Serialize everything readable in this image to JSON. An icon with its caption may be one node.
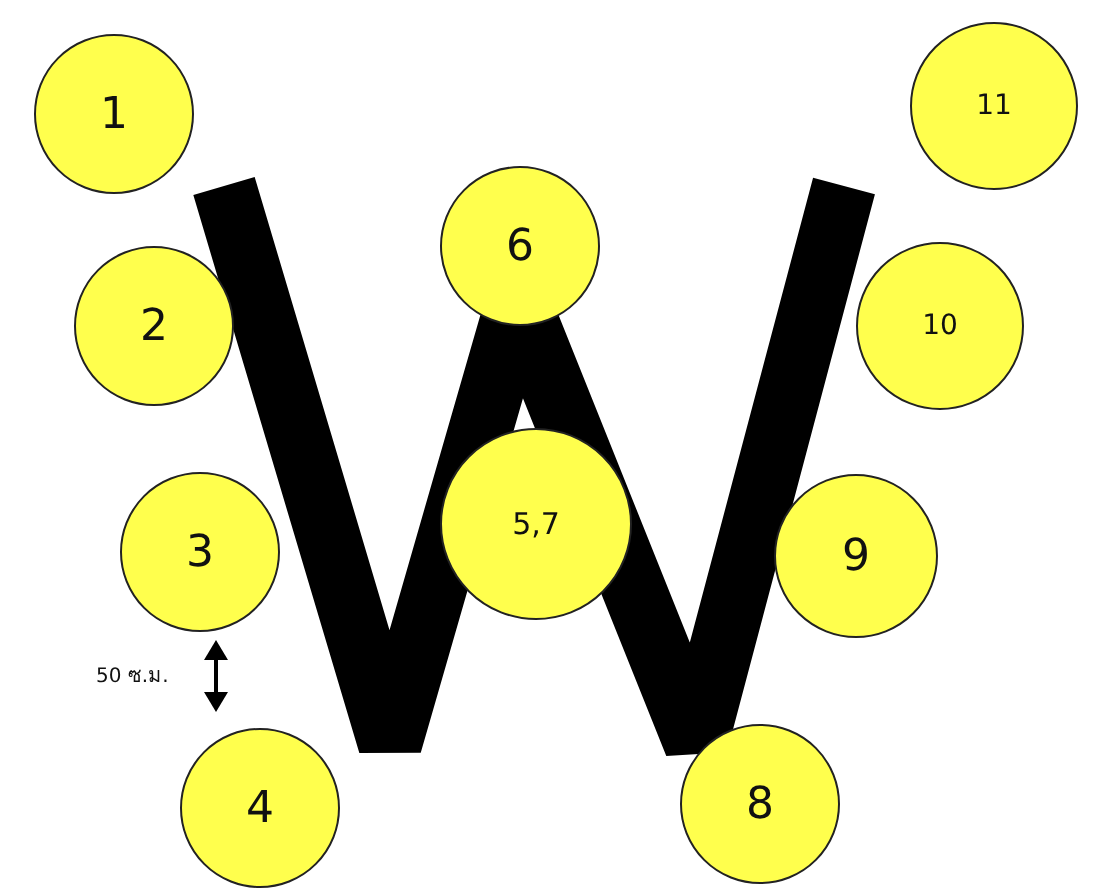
{
  "diagram": {
    "nodes": [
      {
        "text": [
          "1"
        ]
      },
      {
        "text": [
          "2"
        ]
      },
      {
        "text": [
          "3"
        ]
      },
      {
        "text": [
          "4"
        ]
      },
      {
        "text": [
          "5,7"
        ]
      },
      {
        "text": [
          "6"
        ]
      },
      {
        "text": [
          "8"
        ]
      },
      {
        "text": [
          "9"
        ]
      },
      {
        "text": [
          "10"
        ]
      },
      {
        "text": [
          "11"
        ]
      }
    ],
    "labels": [
      "50 ซ.ม."
    ]
  }
}
